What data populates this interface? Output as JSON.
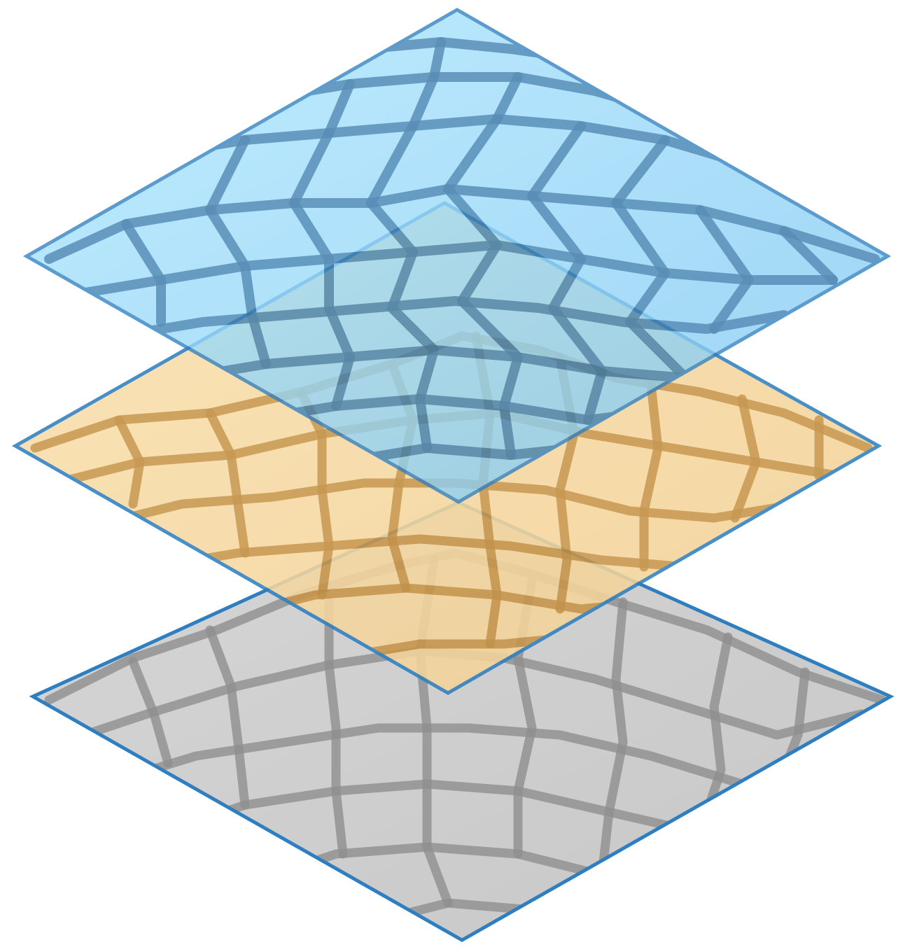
{
  "diagram": {
    "type": "stacked-isometric-layers",
    "layers": [
      {
        "name": "bottom",
        "fill_top": "#d6d6d6",
        "fill_bottom": "#c7c7c7",
        "cell_line": "#8e8e8e",
        "edge": "#2f7fc0",
        "opacity": 1
      },
      {
        "name": "middle",
        "fill_top": "#fbe1b0",
        "fill_bottom": "#f1cf92",
        "cell_line": "#c08a3a",
        "edge": "#2f7fc0",
        "opacity": 0.88
      },
      {
        "name": "top",
        "fill_top": "#aee8ff",
        "fill_bottom": "#7fc7f2",
        "cell_line": "#2c6fa3",
        "edge": "#2f7fc0",
        "opacity": 0.78
      }
    ]
  }
}
